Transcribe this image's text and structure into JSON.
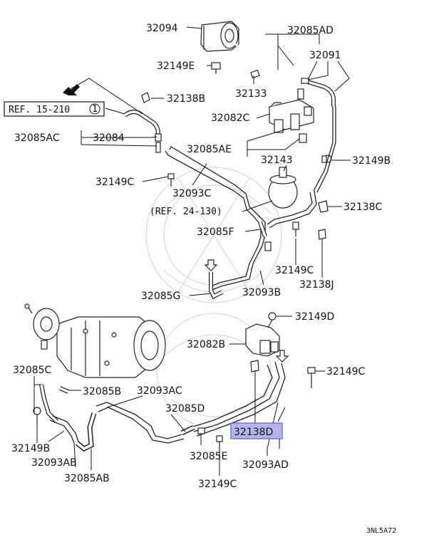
{
  "labels": {
    "p32094": "32094",
    "p32085AD": "32085AD",
    "p32091": "32091",
    "p32149E": "32149E",
    "p32133": "32133",
    "p32138B": "32138B",
    "ref15": "REF. 15-210",
    "ref15_circle": "1",
    "p32082C": "32082C",
    "p32085AC": "32085AC",
    "p32084": "32084",
    "p32085AE": "32085AE",
    "p32143": "32143",
    "p32149B": "32149B",
    "p32149C_a": "32149C",
    "p32093C": "32093C",
    "ref24": "(REF. 24-130)",
    "p32138C": "32138C",
    "p32085F": "32085F",
    "p32149C_b": "32149C",
    "p32138J": "32138J",
    "p32085G": "32085G",
    "p32093B": "32093B",
    "p32149D": "32149D",
    "p32082B": "32082B",
    "p32085C": "32085C",
    "p32085B": "32085B",
    "p32093AC": "32093AC",
    "p32149C_c": "32149C",
    "p32085D": "32085D",
    "p32138D": "32138D",
    "p32149B_b": "32149B",
    "p32085E": "32085E",
    "p32093AB": "32093AB",
    "p32093AD": "32093AD",
    "p32085AB": "32085AB",
    "p32149C_d": "32149C",
    "code": "3NL5A72"
  },
  "highlight_color": "#b3b6ee"
}
